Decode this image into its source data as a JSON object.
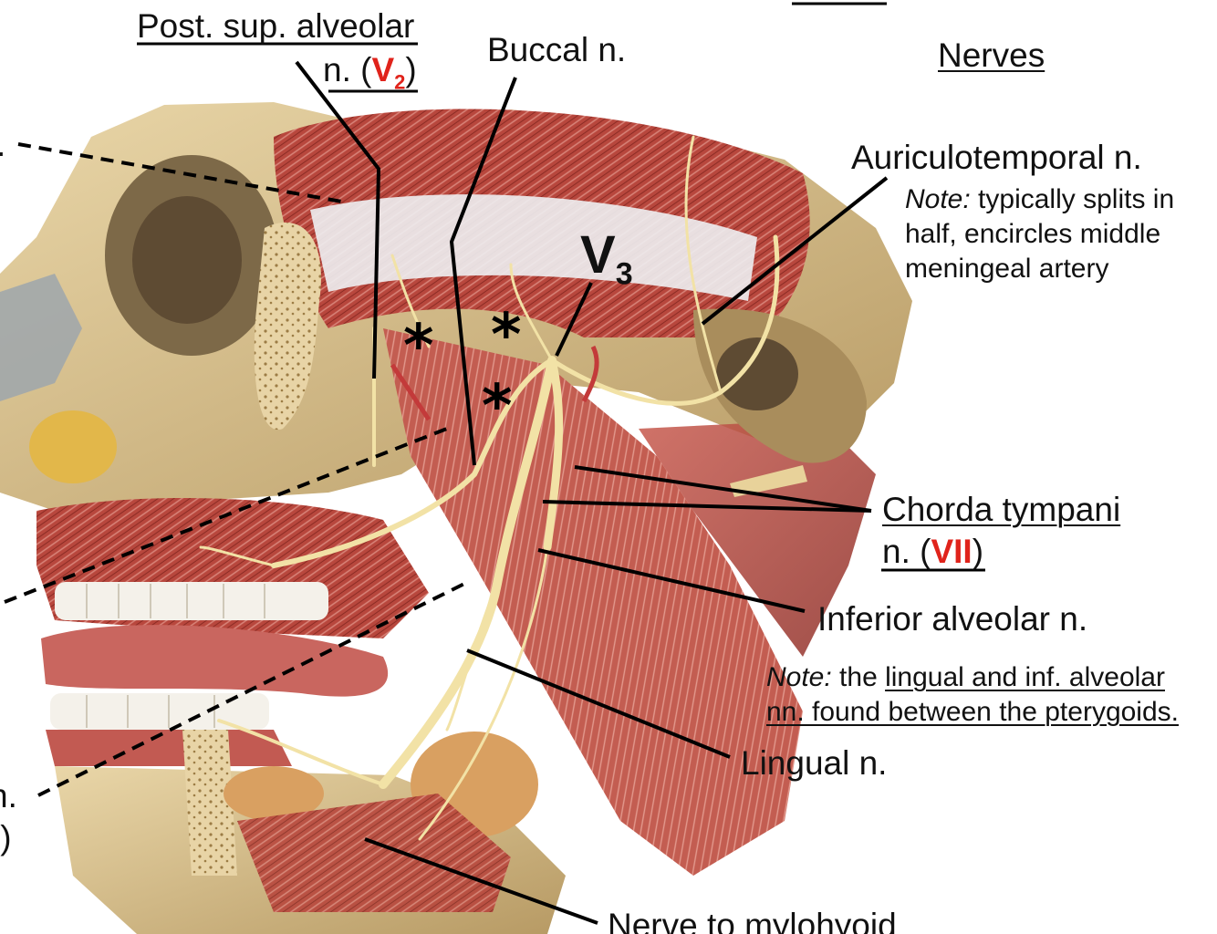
{
  "title": "Nerves",
  "labels": {
    "post_sup_alveolar_line1": "Post. sup. alveolar",
    "post_sup_alveolar_line2_prefix": "n. (",
    "post_sup_alveolar_roman": "V",
    "post_sup_alveolar_sub": "2",
    "post_sup_alveolar_suffix": ")",
    "buccal": "Buccal n.",
    "v3_letter": "V",
    "v3_sub": "3",
    "auriculotemporal": "Auriculotemporal n.",
    "auriculotemporal_note_prefix": "Note:",
    "auriculotemporal_note_line1": " typically splits in",
    "auriculotemporal_note_line2": "half, encircles middle",
    "auriculotemporal_note_line3": "meningeal artery",
    "chorda_line1": "Chorda tympani",
    "chorda_line2_prefix": "n. (",
    "chorda_roman": "VII",
    "chorda_suffix": ")",
    "inferior_alveolar": "Inferior alveolar n.",
    "pterygoid_note_prefix": "Note:",
    "pterygoid_note_plain": " the ",
    "pterygoid_note_line1_underlined": "lingual and inf. alveolar",
    "pterygoid_note_line2_underlined": "nn. found between the pterygoids.",
    "lingual": "Lingual n.",
    "mylohyoid": "Nerve to mylohyoid",
    "left_cut_1": ".",
    "left_cut_2": ")",
    "left_cut_3": "n.",
    "left_cut_4": "t)",
    "asterisk": "*"
  },
  "colors": {
    "label_red": "#e0231b",
    "bone": "#d9c08e",
    "muscle": "#b5463c",
    "nerve": "#f1dfa0",
    "leader_line": "#000000"
  }
}
